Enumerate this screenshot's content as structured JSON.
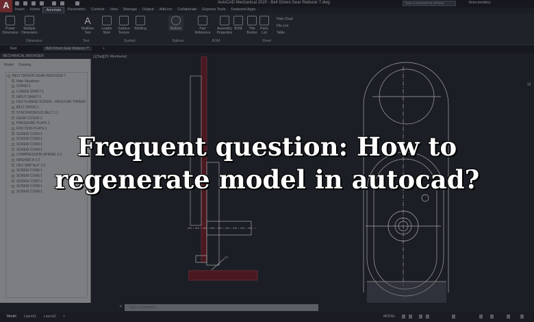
{
  "app": {
    "title": "AutoCAD Mechanical 2020 - Belt Driven Gear Reducer 7.dwg",
    "logo": "A",
    "search_placeholder": "Type a keyword or phrase",
    "user": "thom.trembley"
  },
  "ribbon_tabs": [
    "Insert",
    "Home",
    "Annotate",
    "Parametric",
    "Content",
    "View",
    "Manage",
    "Output",
    "Add-ins",
    "Collaborate",
    "Express Tools",
    "Featured Apps"
  ],
  "active_tab": "Annotate",
  "ribbon": {
    "buttons": [
      "Power Dimension",
      "Multiple Dimension",
      "Multiline Text",
      "Leader Note",
      "Surface Texture",
      "Welding",
      "Balloon",
      "Part Reference",
      "Assembly Properties",
      "BOM",
      "Title Border",
      "Parts List"
    ],
    "small": [
      "Hole Chart",
      "Fits List",
      "Table"
    ],
    "groups": [
      "Dimension",
      "Text",
      "Symbol",
      "Balloon",
      "BOM",
      "Sheet"
    ]
  },
  "doc_tabs": [
    "Start",
    "Belt Driven Gear Reducer 7*",
    "+"
  ],
  "browser": {
    "title": "MECHANICAL BROWSER",
    "tabs": [
      "Model",
      "Drawing"
    ],
    "root": "BELT DRIVEN GEAR REDUCER 7",
    "items": [
      "Hide Situations",
      "STAND:1",
      "LOWER SHAFT:1",
      "INPUT SHAFT:1",
      "HEX FLANGE SCREW - REGULAR THREAD",
      "BELT DRIVE:1",
      "SYNCHRONOUS BELT 1:1",
      "GEAR COVER:1",
      "PRESSURE PLATE:1",
      "FRICTION PLATE:1",
      "SCREW CON2:1",
      "SCREW CON3:1",
      "SCREW CON4:1",
      "SCREW CON4:1",
      "COMPRESSION SPRING 2:1",
      "WASHER A 1:2",
      "HEX SMP NUT 1:2",
      "SCREW CON5:1",
      "SCREW CON6:1",
      "SCREW CON7:1",
      "SCREW CON8:1",
      "SCREW CON9:1"
    ]
  },
  "viewport": {
    "label": "[-][Top][2D Wireframe]",
    "compass": "W"
  },
  "command": {
    "placeholder": "Type a command",
    "close": "✕"
  },
  "layout_tabs": [
    "Model",
    "Layout1",
    "Layout2",
    "+"
  ],
  "status": {
    "mode": "MODEL"
  },
  "colors": {
    "background": "#1b1e25",
    "browser": "#7c7e81",
    "section_red": "#5a1a22",
    "linework": "#c8c8c8"
  },
  "headline": {
    "line1": "Frequent question: How to",
    "line2": "regenerate model in autocad?"
  }
}
